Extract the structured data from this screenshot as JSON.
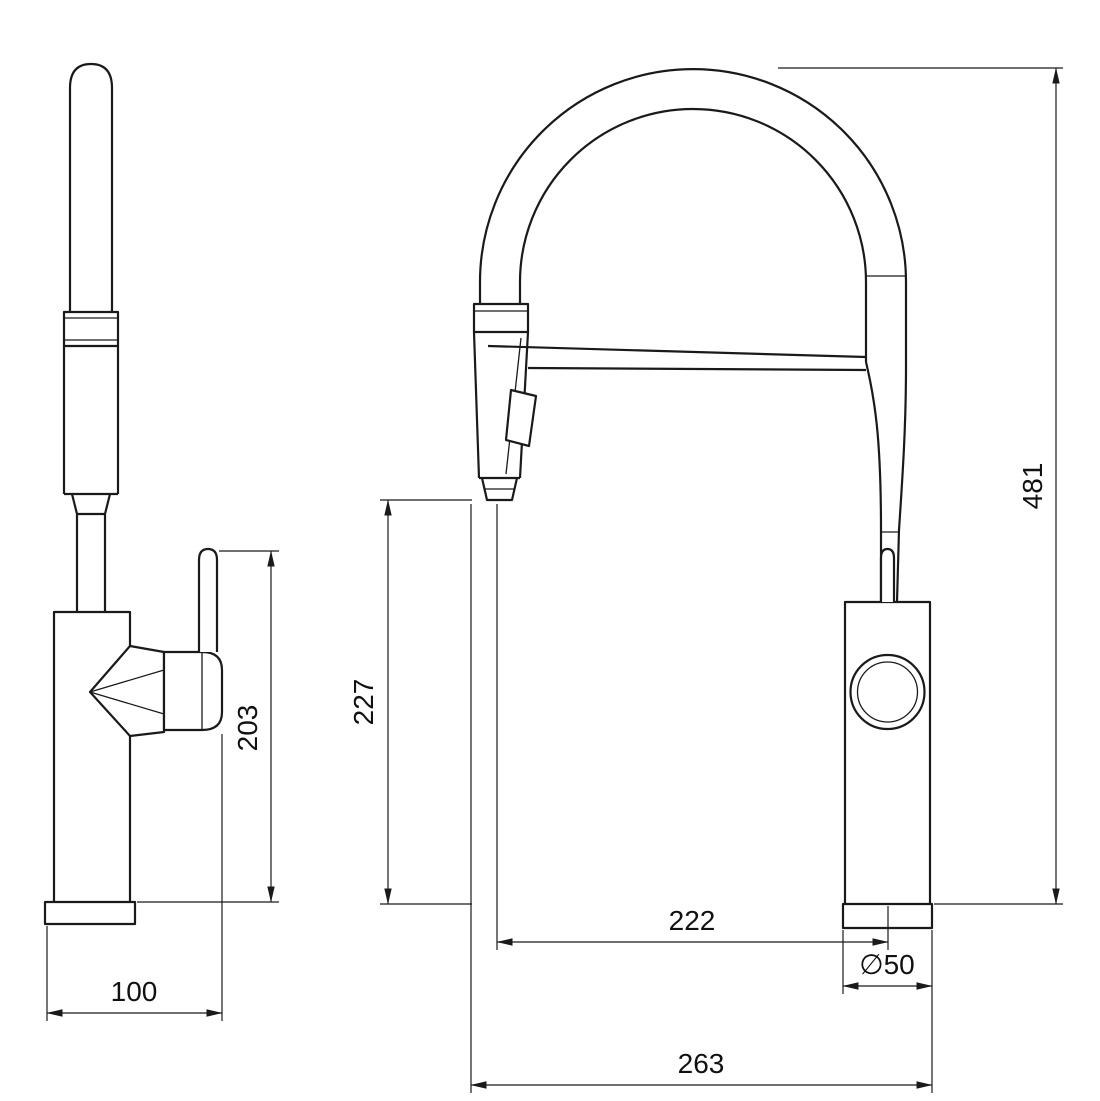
{
  "drawing": {
    "type": "technical-dimension-drawing",
    "subject": "kitchen pull-down faucet, two orthographic views",
    "colors": {
      "line": "#1a1a1a",
      "background": "#ffffff"
    },
    "labels": {
      "side_height": "203",
      "side_depth": "100",
      "dock_height": "227",
      "spout_reach": "222",
      "overall_height": "481",
      "base_diameter": "∅50",
      "overall_width": "263"
    }
  }
}
